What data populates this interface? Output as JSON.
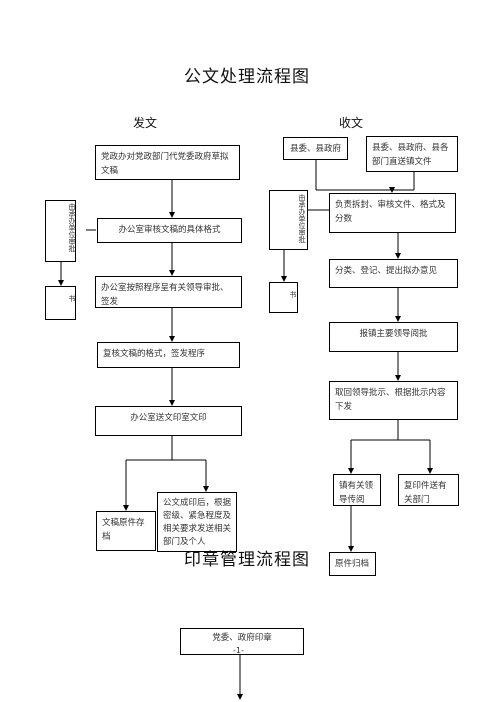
{
  "titles": {
    "main": "公文处理流程图",
    "seal": "印章管理流程图"
  },
  "columns": {
    "send": "发文",
    "receive": "收文"
  },
  "send_flow": {
    "draft": "党政办对党政部门代党委政府草拟文稿",
    "review_format": "办公室审核文稿的具体格式",
    "submit_approval": "办公室按照程序呈有关领导审批、签发",
    "recheck": "复核文稿的格式，签发程序",
    "send_print": "办公室送文印室文印",
    "archive_original": "文稿原件存档",
    "distribute": "公文成印后，根据密级、紧急程度及相关要求发送相关部门及个人",
    "side_upper": "由承办单位审批",
    "side_lower": "书"
  },
  "receive_flow": {
    "source_a": "县委、县政府",
    "source_b": "县委、县政府、县各部门直送镇文件",
    "unpack_review": "负责拆封、审核文件、格式及分数",
    "classify_register": "分类、登记、提出拟办意见",
    "submit_leader": "报镇主要领导阅批",
    "retrieve_issue": "取回领导批示、根据批示内容下发",
    "town_leaders": "镇有关领导传阅",
    "copy_departments": "复印件送有关部门",
    "archive_original": "原件归档",
    "side_upper": "由承办单位审批",
    "side_lower": "书"
  },
  "seal_flow": {
    "seal_box": "党委、政府印章"
  },
  "page_number": "-1-"
}
